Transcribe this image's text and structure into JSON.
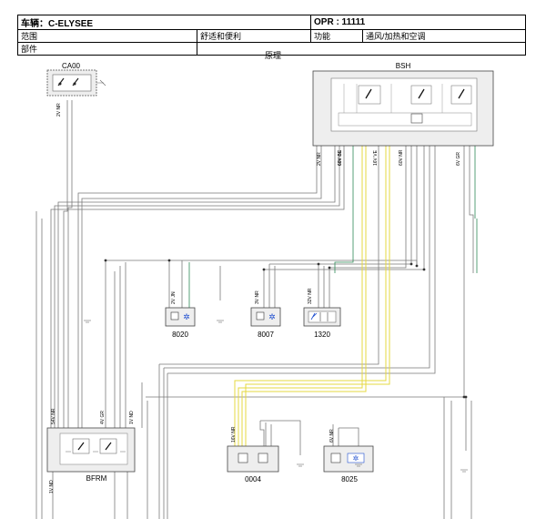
{
  "header": {
    "vehicle_label": "车辆：C-ELYSEE",
    "opr_label": "OPR : 11111",
    "scope_label": "范围",
    "scope_value": "舒适和便利",
    "function_label": "功能",
    "function_value": "通风/加热和空调",
    "component_label": "部件"
  },
  "diagram_title": "原理",
  "components": {
    "ca00": "CA00",
    "bsh": "BSH",
    "c8020": "8020",
    "c8007": "8007",
    "c1320": "1320",
    "bfrm": "BFRM",
    "c0004": "0004",
    "c8025": "8025"
  },
  "connectors": {
    "ca00": "2V NR",
    "c8020": "2V JN",
    "c8007": "3V NR",
    "c1320": "32V NR",
    "bfrm_left": "54V NR",
    "bfrm_mid": "4V GR",
    "bfrm_right": "1V ND",
    "bfrm_bottom": "1V ND",
    "c0004": "16V NR",
    "c8025": "6V NR",
    "bsh_1": "2V NR",
    "bsh_2": "60V BE",
    "bsh_3": "16V VE",
    "bsh_4": "60V NR",
    "bsh_5": "6V GR"
  },
  "colors": {
    "wire": "#7a7a7a",
    "yellow_wire": "#e6d840",
    "green_wire": "#2e8b57",
    "red_text": "#cc0000",
    "blue_text": "#1f4fd0",
    "green_text": "#1f8f3a"
  }
}
